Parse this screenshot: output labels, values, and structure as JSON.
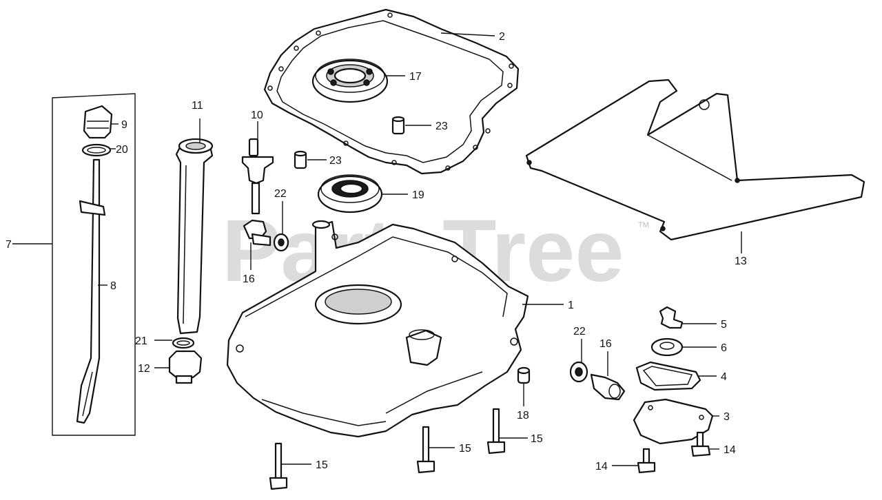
{
  "watermark": {
    "text": "PartsTree",
    "trademark": "TM"
  },
  "callouts": [
    {
      "id": "c1",
      "label": "1"
    },
    {
      "id": "c2",
      "label": "2"
    },
    {
      "id": "c3",
      "label": "3"
    },
    {
      "id": "c4",
      "label": "4"
    },
    {
      "id": "c5",
      "label": "5"
    },
    {
      "id": "c6",
      "label": "6"
    },
    {
      "id": "c7",
      "label": "7"
    },
    {
      "id": "c8",
      "label": "8"
    },
    {
      "id": "c9",
      "label": "9"
    },
    {
      "id": "c10",
      "label": "10"
    },
    {
      "id": "c11",
      "label": "11"
    },
    {
      "id": "c12",
      "label": "12"
    },
    {
      "id": "c13",
      "label": "13"
    },
    {
      "id": "c14a",
      "label": "14"
    },
    {
      "id": "c14b",
      "label": "14"
    },
    {
      "id": "c15a",
      "label": "15"
    },
    {
      "id": "c15b",
      "label": "15"
    },
    {
      "id": "c15c",
      "label": "15"
    },
    {
      "id": "c16a",
      "label": "16"
    },
    {
      "id": "c16b",
      "label": "16"
    },
    {
      "id": "c17",
      "label": "17"
    },
    {
      "id": "c18",
      "label": "18"
    },
    {
      "id": "c19",
      "label": "19"
    },
    {
      "id": "c20",
      "label": "20"
    },
    {
      "id": "c21",
      "label": "21"
    },
    {
      "id": "c22a",
      "label": "22"
    },
    {
      "id": "c22b",
      "label": "22"
    },
    {
      "id": "c23a",
      "label": "23"
    },
    {
      "id": "c23b",
      "label": "23"
    }
  ]
}
